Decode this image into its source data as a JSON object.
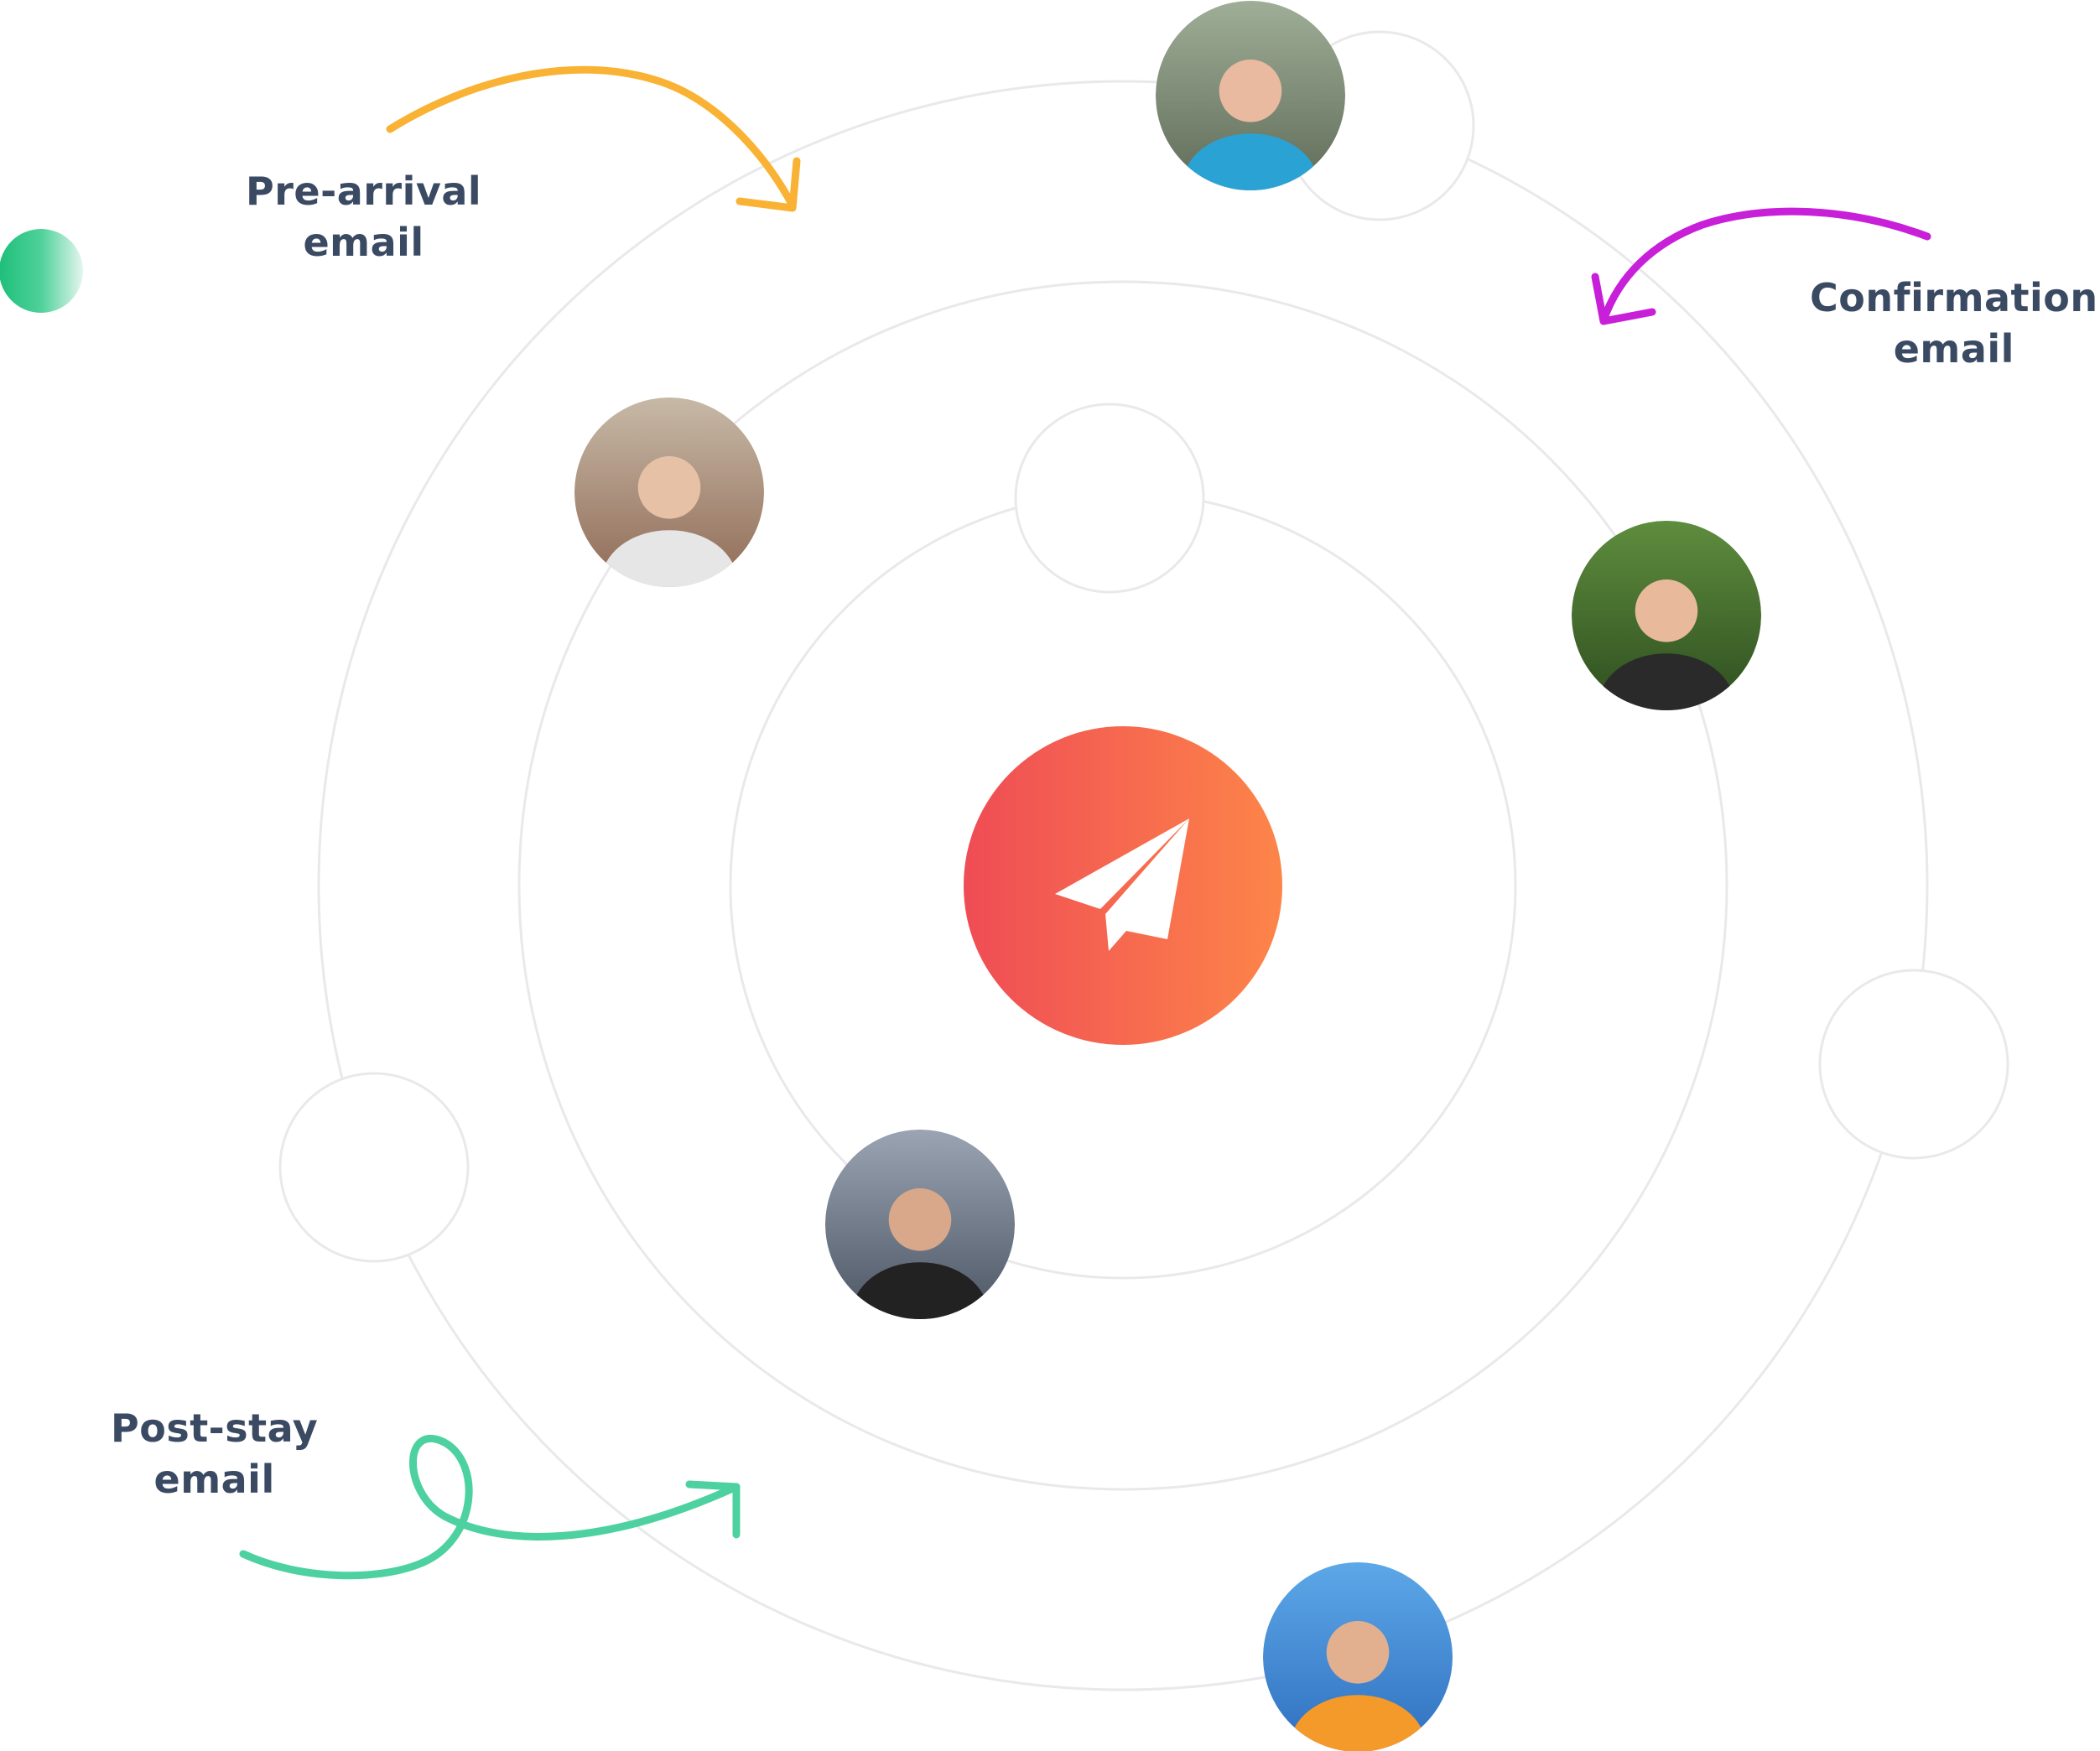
{
  "labels": {
    "pre_arrival": {
      "line1": "Pre-arrival",
      "line2": "email",
      "arrow_color": "#f9b233"
    },
    "confirmation": {
      "line1": "Confirmation",
      "line2": "email",
      "arrow_color": "#c81fd9"
    },
    "post_stay": {
      "line1": "Post-stay",
      "line2": "email",
      "arrow_color": "#4dd1a0"
    }
  },
  "center": {
    "icon": "paper-plane-icon",
    "gradient": [
      "#ef4c55",
      "#fd8549"
    ]
  },
  "avatars": [
    {
      "name": "avatar-man-glasses-cap",
      "icon": "person-icon",
      "bg": [
        "#9fae97",
        "#5f6b58"
      ],
      "shirt": "#2aa3d4",
      "skin": "#e9b9a0"
    },
    {
      "name": "avatar-woman-bike-helmet",
      "icon": "person-icon",
      "bg": [
        "#c7b9a7",
        "#8f6a55"
      ],
      "shirt": "#e6e6e6",
      "skin": "#e7c1a6"
    },
    {
      "name": "avatar-woman-red-hair",
      "icon": "person-icon",
      "bg": [
        "#5e8d3e",
        "#2e4e1f"
      ],
      "shirt": "#2a2a2a",
      "skin": "#e9b99c"
    },
    {
      "name": "avatar-woman-street",
      "icon": "person-icon",
      "bg": [
        "#9aa4b2",
        "#4c5563"
      ],
      "shirt": "#222222",
      "skin": "#d9a88b"
    },
    {
      "name": "avatar-skier",
      "icon": "person-icon",
      "bg": [
        "#5da8e8",
        "#2f6fbf"
      ],
      "shirt": "#f39a2b",
      "skin": "#e3b08f"
    }
  ],
  "colors": {
    "orbit": "#e9e9ec",
    "accent_dot": [
      "#1ebf7a",
      "#d6f3e6"
    ]
  }
}
